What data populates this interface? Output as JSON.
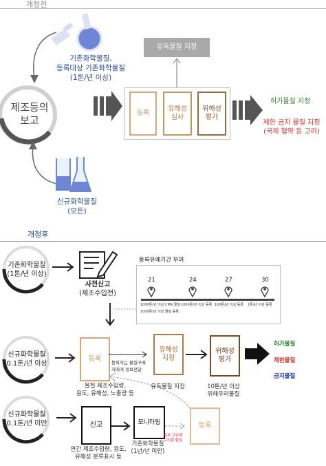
{
  "before": {
    "title": "개정전",
    "existing_label_1": "기존화학물질,",
    "existing_label_2": "등록대상 기존화학물질",
    "existing_label_3": "(1톤/년 이상)",
    "report_circle_1": "제조등의",
    "report_circle_2": "보고",
    "new_label_1": "신규화학물질",
    "new_label_2": "(모든)",
    "toxic_designation": "유독물질 지정",
    "doc_register": "등록",
    "doc_hazard_1": "유해성",
    "doc_hazard_2": "심사",
    "doc_risk_1": "위해성",
    "doc_risk_2": "평가",
    "permit": "허가물질 지정",
    "restrict_1": "제한 금지 물질 지정",
    "restrict_2": "(국제 협약 등 고려)"
  },
  "after": {
    "title": "개정후",
    "existing_circle_1": "기존화학물질",
    "existing_circle_2": "(1톤/년 이상)",
    "prereport_1": "사전신고",
    "prereport_2": "(제조수입전)",
    "grace_title": "등록유예기간 부여",
    "timeline": [
      {
        "year": "21",
        "note": "1000톤/년 이상 CMR 물질"
      },
      {
        "year": "24",
        "note": "1000톤/년 이상 등록"
      },
      {
        "year": "27",
        "note": "100톤/년 이상 등록"
      },
      {
        "year": "30",
        "note": "1톤/년 이상 등록"
      }
    ],
    "timeline_note_2": "1000톤/년 이상 물질 등록",
    "new_high_1": "신규화학물질",
    "new_high_2": "0.1톤/년 이상",
    "new_low_1": "신규화학물질",
    "new_low_2": "0.1톤/년 미만",
    "doc_register": "등록",
    "register_note_1": "등록자는 물질구매",
    "register_note_2": "자에게 정보전달",
    "register_caption_1": "물질 제조수입량,",
    "register_caption_2": "용도, 유해성, 노출량 등",
    "doc_hazard_1": "유해성",
    "doc_hazard_2": "지정",
    "hazard_caption": "유독물질 지정",
    "doc_risk_1": "위해성",
    "doc_risk_2": "평가",
    "risk_caption_1": "10톤/년 이상",
    "risk_caption_2": "위해우려물질",
    "outcomes": [
      {
        "label": "허가물질",
        "color": "#2e7d32"
      },
      {
        "label": "제한물질",
        "color": "#d32f2f"
      },
      {
        "label": "금지물질",
        "color": "#1a33c8"
      }
    ],
    "doc_report": "신고",
    "report_caption_1": "연간 제조수입량, 용도,",
    "report_caption_2": "유해성 분류표시 등",
    "doc_monitor": "모니터링",
    "monitor_caption_1": "기존화학물질",
    "monitor_caption_2": "(1년/년 미만)",
    "if_needed_1": "일부 고위해",
    "if_needed_2": "고위험 물질",
    "doc_register2": "등록"
  },
  "colors": {
    "brown": "#c8955a",
    "dark_brown": "#7a4a22",
    "gray_arrow": "#555555",
    "blue_text": "#2b4f8a"
  }
}
